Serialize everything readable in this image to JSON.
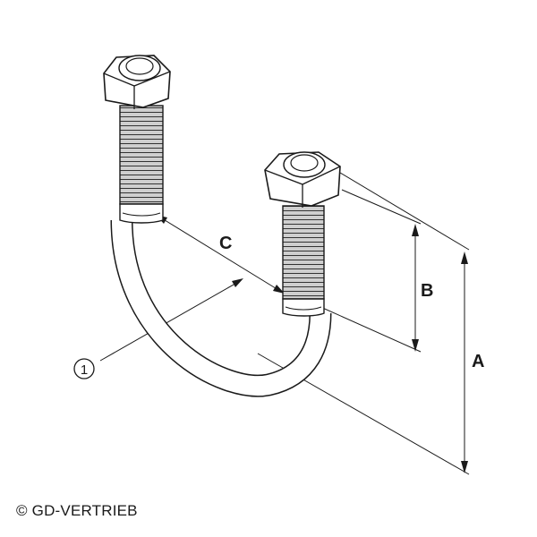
{
  "labels": {
    "a": "A",
    "b": "B",
    "c": "C",
    "part_1": "1"
  },
  "copyright": "© GD-VERTRIEB",
  "colors": {
    "line": "#1a1a1a",
    "thread_fill": "#bdbdbd",
    "body_fill": "#ffffff"
  },
  "icons": {
    "part_callout": "circled-digit-one"
  }
}
